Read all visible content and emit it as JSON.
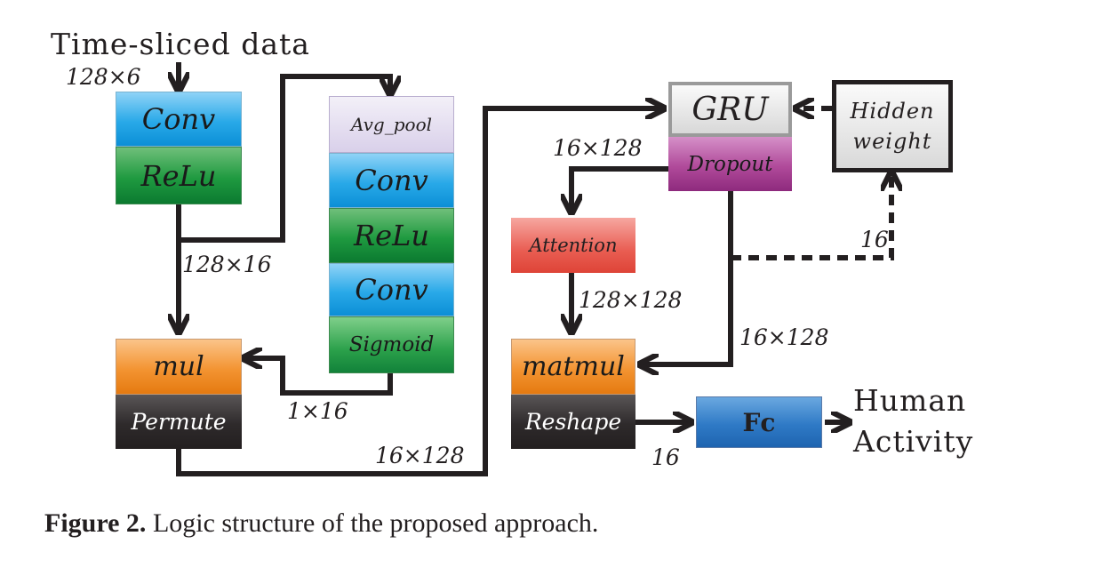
{
  "diagram": {
    "input_title": "Time-sliced data",
    "blocks": {
      "conv_1": "Conv",
      "relu_1": "ReLu",
      "avg_pool": "Avg_pool",
      "conv_2": "Conv",
      "relu_2": "ReLu",
      "conv_3": "Conv",
      "sigmoid": "Sigmoid",
      "mul": "mul",
      "permute": "Permute",
      "gru": "GRU",
      "dropout": "Dropout",
      "hidden_weight_line1": "Hidden",
      "hidden_weight_line2": "weight",
      "attention": "Attention",
      "matmul": "matmul",
      "reshape": "Reshape",
      "fc": "Fc"
    },
    "edge_labels": {
      "input_dim": "128×6",
      "conv_out": "128×16",
      "sigmoid_out": "1×16",
      "permute_out": "16×128",
      "dropout_to_attention": "16×128",
      "hidden_dim": "16",
      "attention_out": "128×128",
      "dropout_to_matmul": "16×128",
      "reshape_out": "16"
    },
    "output_line1": "Human",
    "output_line2": "Activity"
  },
  "caption": {
    "label": "Figure 2.",
    "text": " Logic structure of the proposed approach."
  }
}
